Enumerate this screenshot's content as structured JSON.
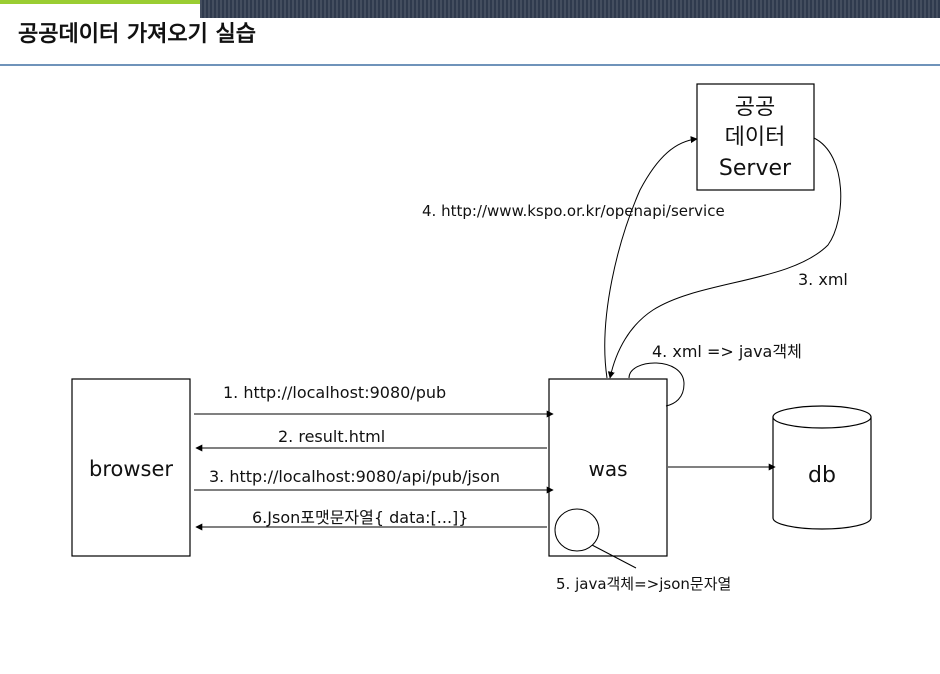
{
  "slide": {
    "title": "공공데이터 가져오기 실습"
  },
  "diagram": {
    "nodes": {
      "browser": "browser",
      "was": "was",
      "db": "db",
      "server_line1": "공공",
      "server_line2": "데이터",
      "server_line3": "Server"
    },
    "labels": {
      "step1": "1. http://localhost:9080/pub",
      "step2": "2. result.html",
      "step3": "3. http://localhost:9080/api/pub/json",
      "step6": "6.Json포맷문자열{ data:[...]}",
      "step4_url": "4. http://www.kspo.or.kr/openapi/service",
      "step3_xml": "3. xml",
      "step4_convert": "4. xml  =>  java객체",
      "step5": "5. java객체=>json문자열"
    }
  }
}
